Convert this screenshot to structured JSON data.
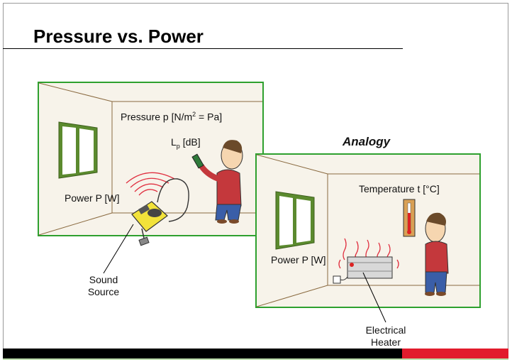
{
  "title": "Pressure vs. Power",
  "analogy_label": "Analogy",
  "room1": {
    "pressure_label": "Pressure p [N/m",
    "pressure_sup": "2",
    "pressure_label_end": " = Pa]",
    "level_label_L": "L",
    "level_label_sub": "p",
    "level_label_unit": " [dB]",
    "power_label": "Power P [W]",
    "source_label_line1": "Sound",
    "source_label_line2": "Source"
  },
  "room2": {
    "temperature_label": "Temperature t [°C]",
    "power_label": "Power P [W]",
    "heater_label_line1": "Electrical",
    "heater_label_line2": "Heater"
  },
  "colors": {
    "room_border": "#2ea02e",
    "room_fill": "#f7f3ea",
    "window_frame": "#5b8a2e",
    "footer_black": "#000000",
    "footer_red": "#e21b2c",
    "sound_waves": "#e03040",
    "heat_waves": "#e03040"
  }
}
